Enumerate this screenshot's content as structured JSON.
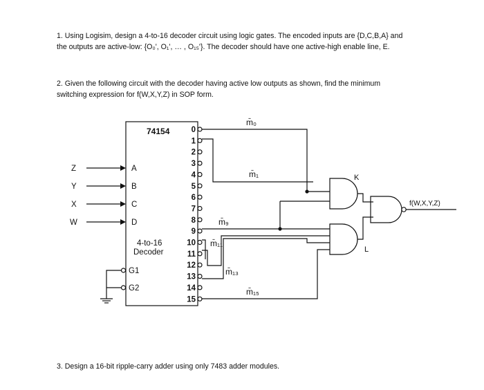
{
  "questions": {
    "q1": {
      "line1": "1. Using Logisim, design a 4-to-16 decoder circuit using logic gates. The encoded inputs are {D,C,B,A} and",
      "line2": "the outputs are active-low: {O₀', O₁', … , O₁₅'}. The decoder should have one active-high enable line, E."
    },
    "q2": {
      "line1": "2. Given the following circuit with the decoder having active low outputs as shown, find the minimum",
      "line2": "switching expression for f(W,X,Y,Z) in SOP form."
    },
    "q3": {
      "line1": "3. Design a 16-bit ripple-carry adder using only 7483 adder modules."
    }
  },
  "circuit": {
    "chip_name": "74154",
    "chip_desc1": "4-to-16",
    "chip_desc2": "Decoder",
    "inputs": [
      "Z",
      "Y",
      "X",
      "W"
    ],
    "pin_labels": [
      "A",
      "B",
      "C",
      "D"
    ],
    "enable_labels": [
      "G1",
      "G2"
    ],
    "outputs": [
      "0",
      "1",
      "2",
      "3",
      "4",
      "5",
      "6",
      "7",
      "8",
      "9",
      "10",
      "11",
      "12",
      "13",
      "14",
      "15"
    ],
    "minterm_labels": {
      "m0": "m̄₀",
      "m1": "m̄₁",
      "m9": "m̄₉",
      "m11": "m̄₁₁",
      "m13": "m̄₁₃",
      "m15": "m̄₁₅"
    },
    "gate_labels": {
      "k": "K",
      "l": "L"
    },
    "output_label": "f(W,X,Y,Z)"
  }
}
